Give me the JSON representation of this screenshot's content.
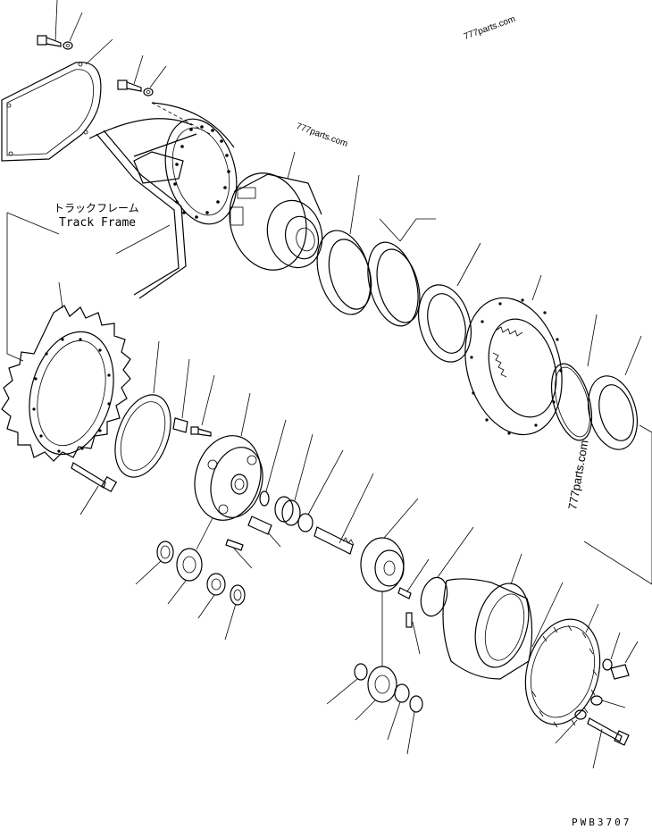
{
  "labels": {
    "frame_jp": "トラックフレーム",
    "frame_en": "Track Frame",
    "drawing_code": "PWB3707"
  },
  "watermarks": [
    "777parts.com",
    "777parts.com",
    "777parts.com"
  ],
  "colors": {
    "line": "#000000",
    "background": "#ffffff"
  }
}
